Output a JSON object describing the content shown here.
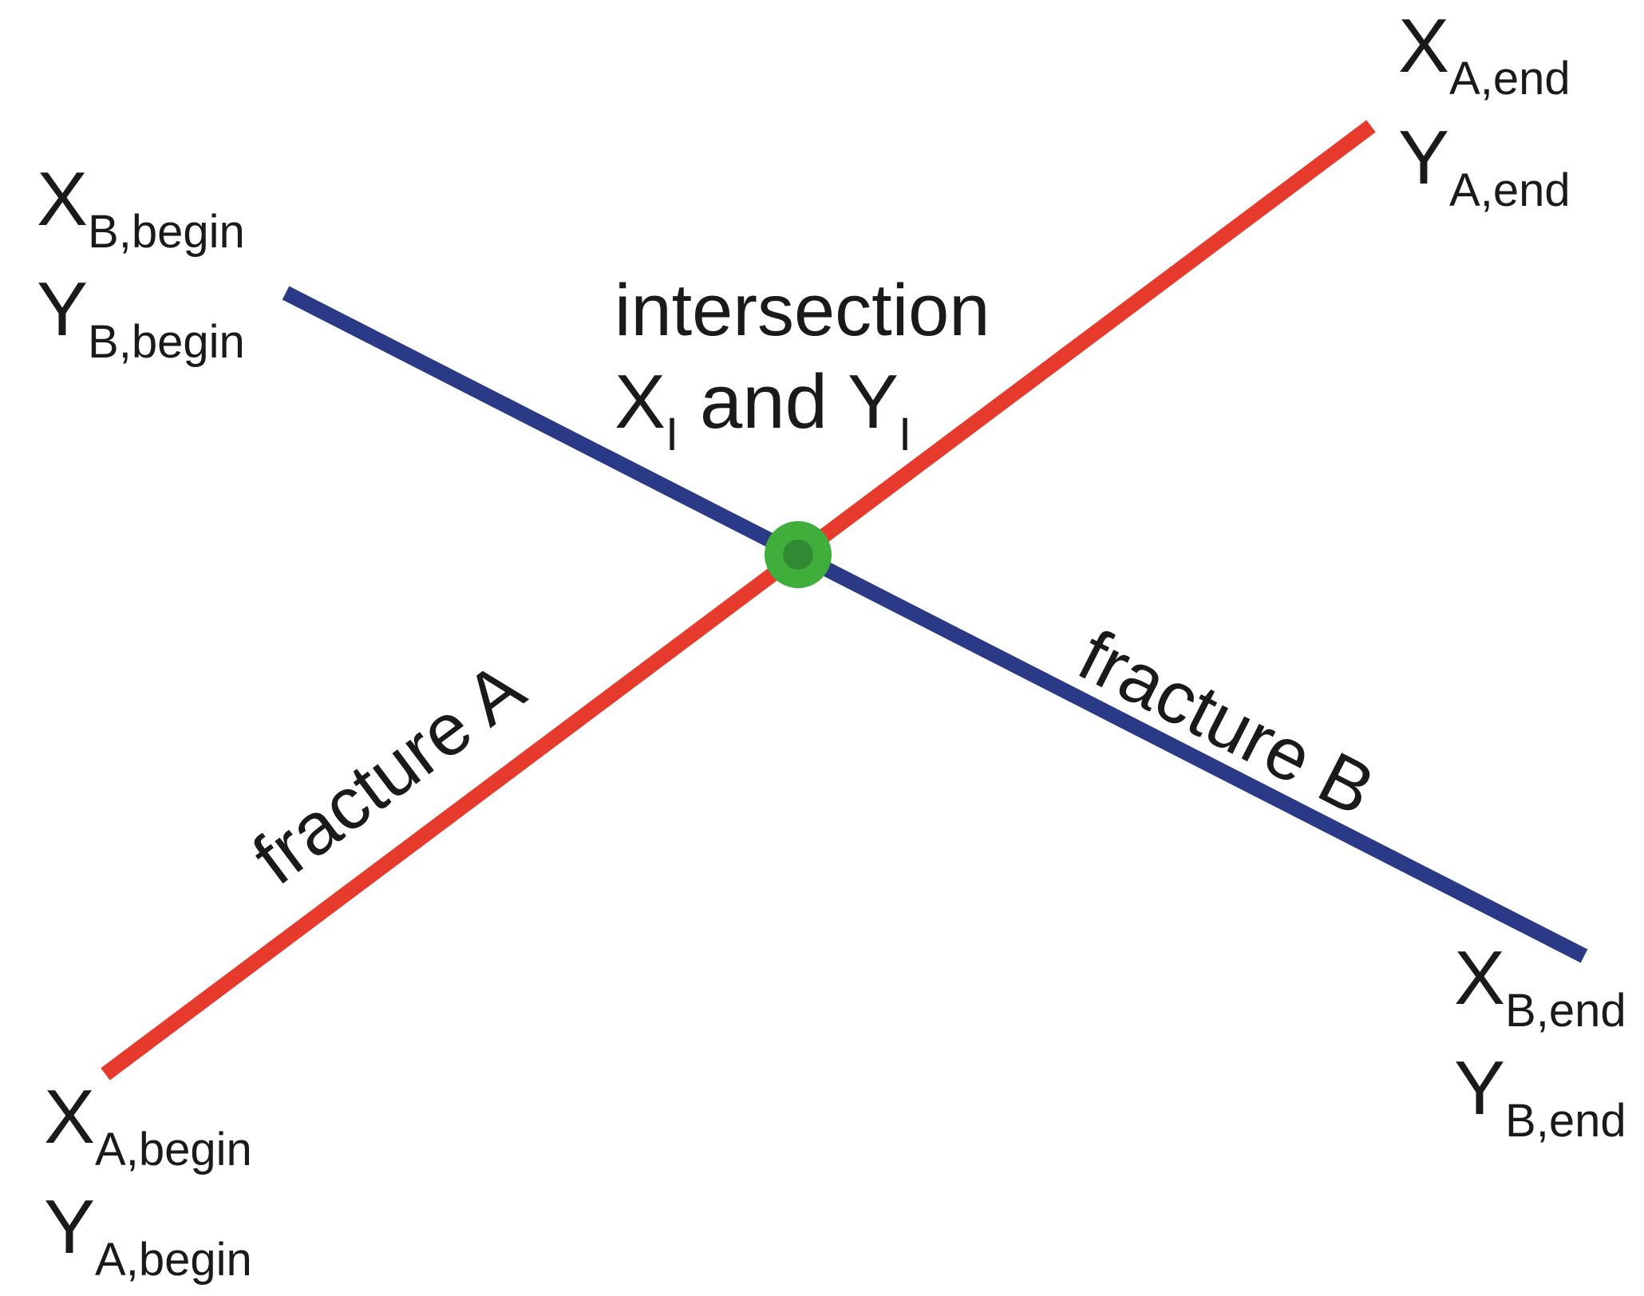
{
  "colors": {
    "background": "#ffffff",
    "fracture_a": "#e63a2c",
    "fracture_b": "#2b3a86",
    "intersection_outer": "#3fae3b",
    "intersection_inner": "#2f8a33",
    "text": "#1a1a1a"
  },
  "fracture_a": {
    "label": "fracture A",
    "begin": {
      "x_main": "X",
      "x_sub": "A,begin",
      "y_main": "Y",
      "y_sub": "A,begin"
    },
    "end": {
      "x_main": "X",
      "x_sub": "A,end",
      "y_main": "Y",
      "y_sub": "A,end"
    }
  },
  "fracture_b": {
    "label": "fracture B",
    "begin": {
      "x_main": "X",
      "x_sub": "B,begin",
      "y_main": "Y",
      "y_sub": "B,begin"
    },
    "end": {
      "x_main": "X",
      "x_sub": "B,end",
      "y_main": "Y",
      "y_sub": "B,end"
    }
  },
  "intersection": {
    "title": "intersection",
    "x_main": "X",
    "x_sub": "I",
    "joiner": " and ",
    "y_main": "Y",
    "y_sub": "I"
  }
}
